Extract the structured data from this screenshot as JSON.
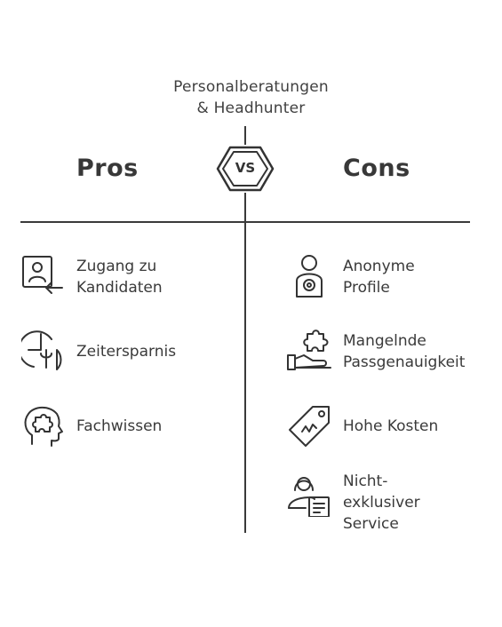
{
  "title": {
    "line1": "Personalberatungen",
    "line2": "& Headhunter"
  },
  "pros": {
    "heading": "Pros",
    "items": [
      {
        "line1": "Zugang zu",
        "line2": "Kandidaten",
        "icon": "candidate-profile-icon"
      },
      {
        "line1": "Zeitersparnis",
        "icon": "clock-plant-icon"
      },
      {
        "line1": "Fachwissen",
        "icon": "head-puzzle-icon"
      }
    ]
  },
  "vs_label": "VS",
  "cons": {
    "heading": "Cons",
    "items": [
      {
        "line1": "Anonyme",
        "line2": "Profile",
        "icon": "anonymous-person-icon"
      },
      {
        "line1": "Mangelnde",
        "line2": "Passgenauigkeit",
        "icon": "hand-puzzle-icon"
      },
      {
        "line1": "Hohe Kosten",
        "icon": "price-tag-icon"
      },
      {
        "line1": "Nicht-",
        "line2": "exklusiver",
        "line3": "Service",
        "icon": "person-document-icon"
      }
    ]
  }
}
